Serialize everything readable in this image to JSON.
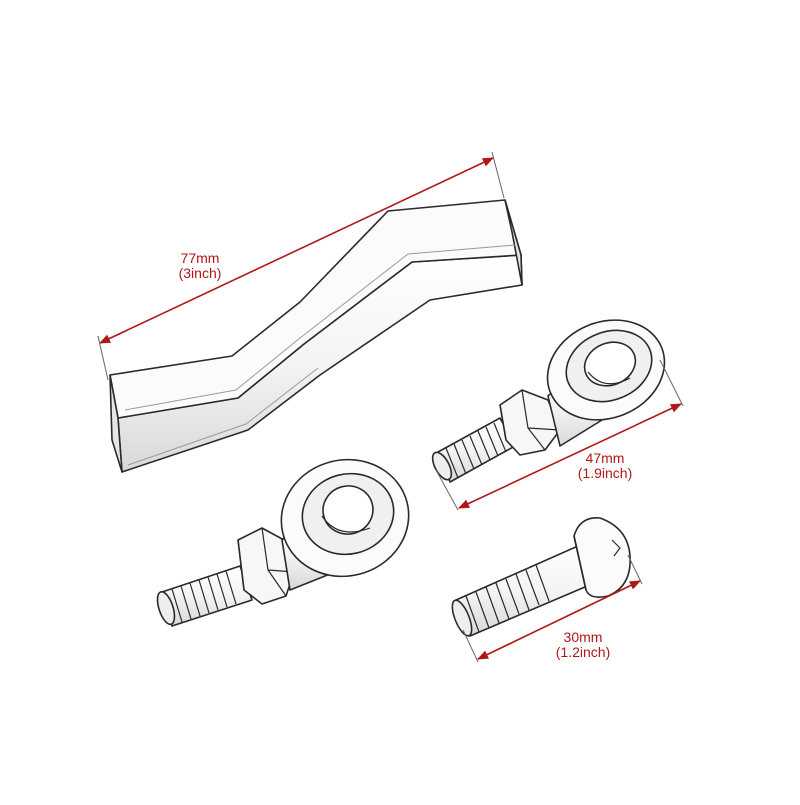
{
  "colors": {
    "dimension": "#b01818",
    "outline": "#2a2a2a",
    "fill": "#ffffff",
    "shade": "#bdbdbd"
  },
  "parts": [
    {
      "name": "curved-link-bar"
    },
    {
      "name": "rod-end-joint-upper"
    },
    {
      "name": "rod-end-joint-lower"
    },
    {
      "name": "button-head-bolt"
    }
  ],
  "dimensions": {
    "link_bar": {
      "metric": "77mm",
      "imperial": "(3inch)"
    },
    "rod_end": {
      "metric": "47mm",
      "imperial": "(1.9inch)"
    },
    "bolt": {
      "metric": "30mm",
      "imperial": "(1.2inch)"
    }
  }
}
